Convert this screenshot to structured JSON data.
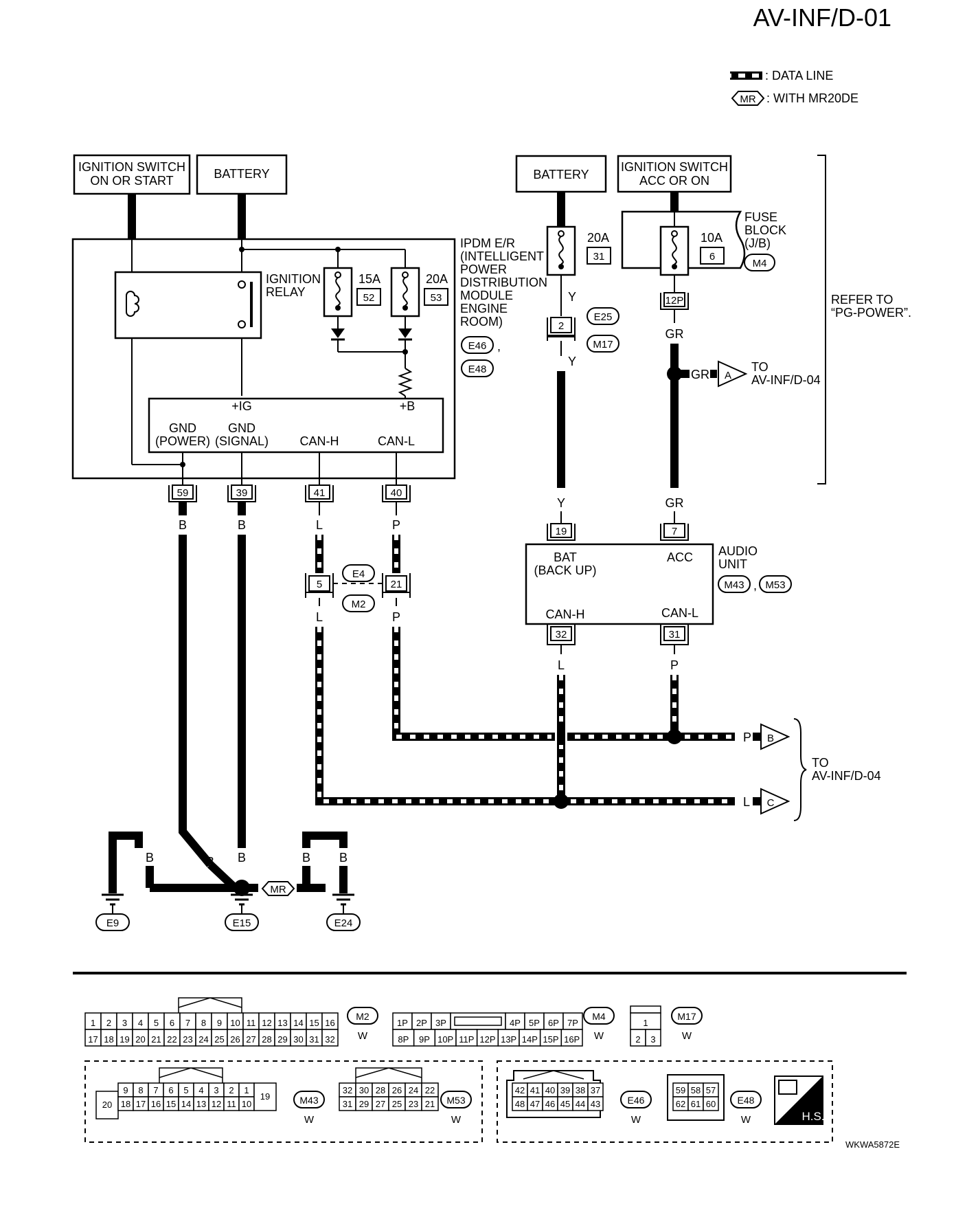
{
  "page_code": "AV-INF/D-01",
  "legend": {
    "data_line": ": DATA LINE",
    "mr_tag": "MR",
    "mr_text": ": WITH MR20DE"
  },
  "sources": {
    "ign_on_start_1": "IGNITION SWITCH",
    "ign_on_start_2": "ON OR START",
    "battery_left": "BATTERY",
    "battery_right": "BATTERY",
    "ign_acc_on_1": "IGNITION SWITCH",
    "ign_acc_on_2": "ACC OR ON"
  },
  "ipdm": {
    "lines": [
      "IPDM E/R",
      "(INTELLIGENT",
      "POWER",
      "DISTRIBUTION",
      "MODULE",
      "ENGINE",
      "ROOM)"
    ],
    "connectors": [
      "E46",
      "E48"
    ],
    "connector_sep": ",",
    "relay_1": "IGNITION",
    "relay_2": "RELAY",
    "fuse15": "15A",
    "fuse15_no": "52",
    "fuse20": "20A",
    "fuse20_no": "53",
    "terminals": {
      "ig": "+IG",
      "b": "+B",
      "gnd_power_1": "GND",
      "gnd_power_2": "(POWER)",
      "gnd_signal_1": "GND",
      "gnd_signal_2": "(SIGNAL)",
      "can_h": "CAN-H",
      "can_l": "CAN-L"
    },
    "pins": [
      "59",
      "39",
      "41",
      "40"
    ]
  },
  "fuse_block": {
    "f20": "20A",
    "f20_no": "31",
    "f10": "10A",
    "f10_no": "6",
    "lines": [
      "FUSE",
      "BLOCK",
      "(J/B)"
    ],
    "connector": "M4",
    "pin": "12P"
  },
  "refer_1": "REFER TO",
  "refer_2": "“PG-POWER”.",
  "junction": {
    "pin": "2",
    "upper": "E25",
    "lower": "M17"
  },
  "wires": {
    "y1": "Y",
    "y2": "Y",
    "y3": "Y",
    "gr1": "GR",
    "gr2": "GR",
    "gr3": "GR",
    "b1": "B",
    "b2": "B",
    "l1": "L",
    "l2": "L",
    "l3": "L",
    "l4": "L",
    "p1": "P",
    "p2": "P",
    "p3": "P",
    "p4": "P",
    "gb1": "B",
    "gb2": "B",
    "gb3": "B",
    "gb4": "B",
    "gb5": "B",
    "gb6": "B"
  },
  "to_labels": {
    "a_letter": "A",
    "a_1": "TO",
    "a_2": "AV-INF/D-04",
    "b_letter": "B",
    "c_letter": "C",
    "bc_1": "TO",
    "bc_2": "AV-INF/D-04"
  },
  "e4m2": {
    "pin_l": "5",
    "pin_p": "21",
    "upper": "E4",
    "lower": "M2"
  },
  "audio": {
    "pin_bat": "19",
    "pin_acc": "7",
    "pin_canh": "32",
    "pin_canl": "31",
    "bat_1": "BAT",
    "bat_2": "(BACK UP)",
    "acc": "ACC",
    "can_h": "CAN-H",
    "can_l": "CAN-L",
    "name_1": "AUDIO",
    "name_2": "UNIT",
    "connectors": [
      "M43",
      "M53"
    ],
    "sep": ","
  },
  "grounds": [
    "E9",
    "E15",
    "E24"
  ],
  "ground_mr": "MR",
  "connector_views": {
    "m2": {
      "top": [
        "1",
        "2",
        "3",
        "4",
        "5",
        "6",
        "7",
        "8",
        "9",
        "10",
        "11",
        "12",
        "13",
        "14",
        "15",
        "16"
      ],
      "bottom": [
        "17",
        "18",
        "19",
        "20",
        "21",
        "22",
        "23",
        "24",
        "25",
        "26",
        "27",
        "28",
        "29",
        "30",
        "31",
        "32"
      ],
      "id": "M2",
      "color": "W"
    },
    "m4": {
      "top": [
        "1P",
        "2P",
        "3P",
        "4P",
        "5P",
        "6P",
        "7P"
      ],
      "bottom": [
        "8P",
        "9P",
        "10P",
        "11P",
        "12P",
        "13P",
        "14P",
        "15P",
        "16P"
      ],
      "id": "M4",
      "color": "W"
    },
    "m17": {
      "top": [
        "1"
      ],
      "bottom": [
        "2",
        "3"
      ],
      "id": "M17",
      "color": "W"
    },
    "m43": {
      "left": "20",
      "top": [
        "9",
        "8",
        "7",
        "6",
        "5",
        "4",
        "3",
        "2",
        "1"
      ],
      "bottom": [
        "18",
        "17",
        "16",
        "15",
        "14",
        "13",
        "12",
        "11",
        "10"
      ],
      "right": "19",
      "id": "M43",
      "color": "W"
    },
    "m53": {
      "top": [
        "32",
        "30",
        "28",
        "26",
        "24",
        "22"
      ],
      "bottom": [
        "31",
        "29",
        "27",
        "25",
        "23",
        "21"
      ],
      "id": "M53",
      "color": "W"
    },
    "e46": {
      "top": [
        "42",
        "41",
        "40",
        "39",
        "38",
        "37"
      ],
      "bottom": [
        "48",
        "47",
        "46",
        "45",
        "44",
        "43"
      ],
      "id": "E46",
      "color": "W"
    },
    "e48": {
      "top": [
        "59",
        "58",
        "57"
      ],
      "bottom": [
        "62",
        "61",
        "60"
      ],
      "id": "E48",
      "color": "W"
    }
  },
  "hs_label": "H.S.",
  "figure_code": "WKWA5872E"
}
